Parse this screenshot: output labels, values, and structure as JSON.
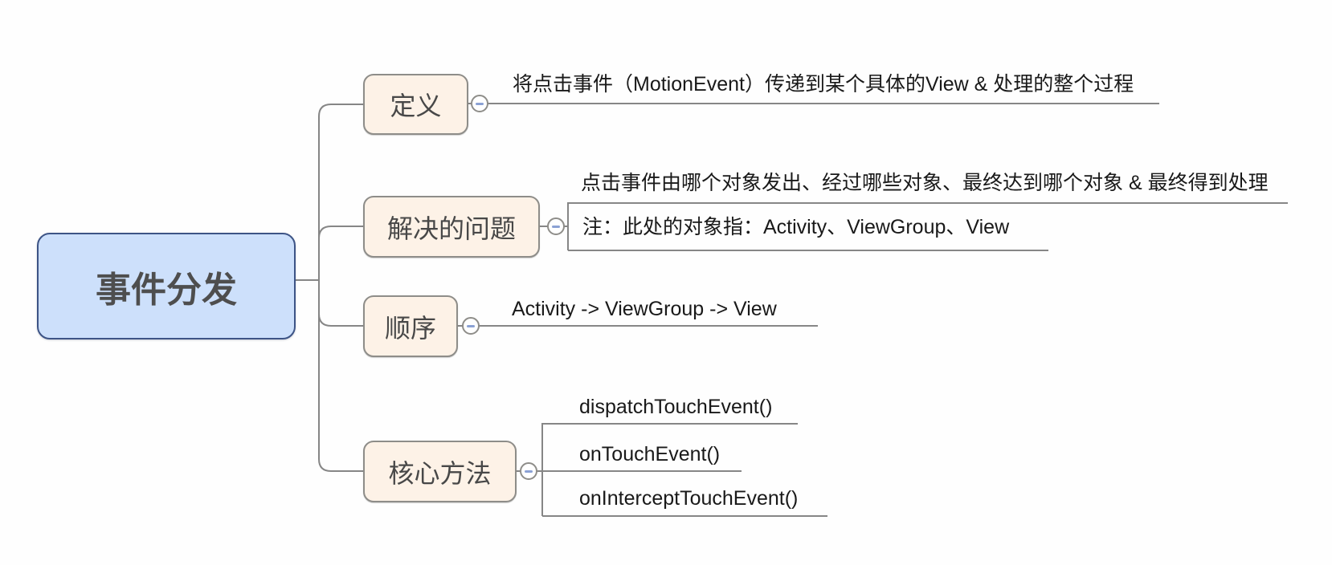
{
  "root_topic": {
    "label": "事件分发"
  },
  "branches": [
    {
      "label": "定义",
      "collapse_icon": "minus-icon",
      "children": [
        {
          "text": "将点击事件（MotionEvent）传递到某个具体的View & 处理的整个过程"
        }
      ]
    },
    {
      "label": "解决的问题",
      "collapse_icon": "minus-icon",
      "children": [
        {
          "text": "点击事件由哪个对象发出、经过哪些对象、最终达到哪个对象 & 最终得到处理"
        },
        {
          "text": "注：此处的对象指：Activity、ViewGroup、View"
        }
      ]
    },
    {
      "label": "顺序",
      "collapse_icon": "minus-icon",
      "children": [
        {
          "text": "Activity -> ViewGroup -> View"
        }
      ]
    },
    {
      "label": "核心方法",
      "collapse_icon": "minus-icon",
      "children": [
        {
          "text": "dispatchTouchEvent()"
        },
        {
          "text": "onTouchEvent()"
        },
        {
          "text": "onInterceptTouchEvent()"
        }
      ]
    }
  ],
  "colors": {
    "background": "#fefefe",
    "root_fill": "#cde0fb",
    "root_border": "#3d5486",
    "topic_fill": "#fdf2e7",
    "topic_border": "#8e8d89",
    "connector_line": "#868686",
    "collapse_minus": "#8ba1d4",
    "topic_text": "#484848",
    "leaf_text": "#191919"
  }
}
